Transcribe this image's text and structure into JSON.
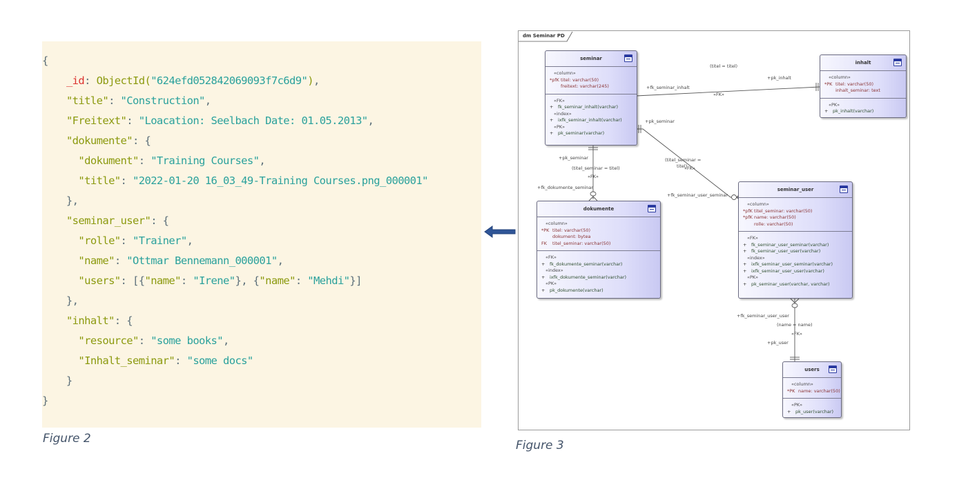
{
  "figure2": {
    "caption": "Figure 2",
    "code_lines": [
      [
        {
          "t": "p",
          "v": "{"
        }
      ],
      [
        {
          "t": "p",
          "v": "    "
        },
        {
          "t": "idk",
          "v": "_id"
        },
        {
          "t": "p",
          "v": ": "
        },
        {
          "t": "fn",
          "v": "ObjectId("
        },
        {
          "t": "s",
          "v": "\"624efd052842069093f7c6d9\""
        },
        {
          "t": "fn",
          "v": ")"
        },
        {
          "t": "p",
          "v": ","
        }
      ],
      [
        {
          "t": "p",
          "v": "    "
        },
        {
          "t": "k",
          "v": "\"title\""
        },
        {
          "t": "p",
          "v": ": "
        },
        {
          "t": "s",
          "v": "\"Construction\""
        },
        {
          "t": "p",
          "v": ","
        }
      ],
      [
        {
          "t": "p",
          "v": "    "
        },
        {
          "t": "k",
          "v": "\"Freitext\""
        },
        {
          "t": "p",
          "v": ": "
        },
        {
          "t": "s",
          "v": "\"Loacation: Seelbach Date: 01.05.2013\""
        },
        {
          "t": "p",
          "v": ","
        }
      ],
      [
        {
          "t": "p",
          "v": "    "
        },
        {
          "t": "k",
          "v": "\"dokumente\""
        },
        {
          "t": "p",
          "v": ": {"
        }
      ],
      [
        {
          "t": "p",
          "v": "      "
        },
        {
          "t": "k",
          "v": "\"dokument\""
        },
        {
          "t": "p",
          "v": ": "
        },
        {
          "t": "s",
          "v": "\"Training Courses\""
        },
        {
          "t": "p",
          "v": ","
        }
      ],
      [
        {
          "t": "p",
          "v": "      "
        },
        {
          "t": "k",
          "v": "\"title\""
        },
        {
          "t": "p",
          "v": ": "
        },
        {
          "t": "s",
          "v": "\"2022-01-20 16_03_49-Training Courses.png_000001\""
        }
      ],
      [
        {
          "t": "p",
          "v": "    },"
        }
      ],
      [
        {
          "t": "p",
          "v": "    "
        },
        {
          "t": "k",
          "v": "\"seminar_user\""
        },
        {
          "t": "p",
          "v": ": {"
        }
      ],
      [
        {
          "t": "p",
          "v": "      "
        },
        {
          "t": "k",
          "v": "\"rolle\""
        },
        {
          "t": "p",
          "v": ": "
        },
        {
          "t": "s",
          "v": "\"Trainer\""
        },
        {
          "t": "p",
          "v": ","
        }
      ],
      [
        {
          "t": "p",
          "v": "      "
        },
        {
          "t": "k",
          "v": "\"name\""
        },
        {
          "t": "p",
          "v": ": "
        },
        {
          "t": "s",
          "v": "\"Ottmar Bennemann_000001\""
        },
        {
          "t": "p",
          "v": ","
        }
      ],
      [
        {
          "t": "p",
          "v": "      "
        },
        {
          "t": "k",
          "v": "\"users\""
        },
        {
          "t": "p",
          "v": ": [{"
        },
        {
          "t": "k",
          "v": "\"name\""
        },
        {
          "t": "p",
          "v": ": "
        },
        {
          "t": "s",
          "v": "\"Irene\""
        },
        {
          "t": "p",
          "v": "}, {"
        },
        {
          "t": "k",
          "v": "\"name\""
        },
        {
          "t": "p",
          "v": ": "
        },
        {
          "t": "s",
          "v": "\"Mehdi\""
        },
        {
          "t": "p",
          "v": "}]"
        }
      ],
      [
        {
          "t": "p",
          "v": "    },"
        }
      ],
      [
        {
          "t": "p",
          "v": "    "
        },
        {
          "t": "k",
          "v": "\"inhalt\""
        },
        {
          "t": "p",
          "v": ": {"
        }
      ],
      [
        {
          "t": "p",
          "v": "      "
        },
        {
          "t": "k",
          "v": "\"resource\""
        },
        {
          "t": "p",
          "v": ": "
        },
        {
          "t": "s",
          "v": "\"some books\""
        },
        {
          "t": "p",
          "v": ","
        }
      ],
      [
        {
          "t": "p",
          "v": "      "
        },
        {
          "t": "k",
          "v": "\"Inhalt_seminar\""
        },
        {
          "t": "p",
          "v": ": "
        },
        {
          "t": "s",
          "v": "\"some docs\""
        }
      ],
      [
        {
          "t": "p",
          "v": "    }"
        }
      ],
      [
        {
          "t": "p",
          "v": "}"
        }
      ]
    ]
  },
  "arrow": {
    "direction": "left",
    "color": "#2f5597"
  },
  "figure3": {
    "caption": "Figure 3",
    "frame_label": "dm Seminar  PD",
    "entities": {
      "seminar": {
        "name": "seminar",
        "columns_stereotype": "«column»",
        "columns": [
          {
            "flag": "*pfK",
            "text": "titel: varchar(50)"
          },
          {
            "flag": "",
            "text": "freitext: varchar(245)"
          }
        ],
        "ops": [
          {
            "stereotype": "«FK»",
            "items": [
              "fk_seminar_inhalt(varchar)"
            ]
          },
          {
            "stereotype": "«index»",
            "items": [
              "ixfk_seminar_inhalt(varchar)"
            ]
          },
          {
            "stereotype": "«PK»",
            "items": [
              "pk_seminar(varchar)"
            ]
          }
        ]
      },
      "inhalt": {
        "name": "inhalt",
        "columns_stereotype": "«column»",
        "columns": [
          {
            "flag": "*PK",
            "text": "titel: varchar(50)"
          },
          {
            "flag": "",
            "text": "inhalt_seminar: text"
          }
        ],
        "ops": [
          {
            "stereotype": "«PK»",
            "items": [
              "pk_inhalt(varchar)"
            ]
          }
        ]
      },
      "dokumente": {
        "name": "dokumente",
        "columns_stereotype": "«column»",
        "columns": [
          {
            "flag": "*PK",
            "text": "titel: varchar(50)"
          },
          {
            "flag": "",
            "text": "dokument: bytea"
          },
          {
            "flag": "FK",
            "text": "titel_seminar: varchar(50)"
          }
        ],
        "ops": [
          {
            "stereotype": "«FK»",
            "items": [
              "fk_dokumente_seminar(varchar)"
            ]
          },
          {
            "stereotype": "«index»",
            "items": [
              "ixfk_dokumente_seminar(varchar)"
            ]
          },
          {
            "stereotype": "«PK»",
            "items": [
              "pk_dokumente(varchar)"
            ]
          }
        ]
      },
      "seminar_user": {
        "name": "seminar_user",
        "columns_stereotype": "«column»",
        "columns": [
          {
            "flag": "*pfK",
            "text": "titel_seminar: varchar(50)"
          },
          {
            "flag": "*pfK",
            "text": "name: varchar(50)"
          },
          {
            "flag": "",
            "text": "rolle: varchar(50)"
          }
        ],
        "ops": [
          {
            "stereotype": "«FK»",
            "items": [
              "fk_seminar_user_seminar(varchar)",
              "fk_seminar_user_user(varchar)"
            ]
          },
          {
            "stereotype": "«index»",
            "items": [
              "ixfk_seminar_user_seminar(varchar)",
              "ixfk_seminar_user_user(varchar)"
            ]
          },
          {
            "stereotype": "«PK»",
            "items": [
              "pk_seminar_user(varchar, varchar)"
            ]
          }
        ]
      },
      "users": {
        "name": "users",
        "columns_stereotype": "«column»",
        "columns": [
          {
            "flag": "*PK",
            "text": "name: varchar(50)"
          }
        ],
        "ops": [
          {
            "stereotype": "«PK»",
            "items": [
              "pk_user(varchar)"
            ]
          }
        ]
      }
    },
    "relations": {
      "seminar_inhalt": {
        "source_role": "+fk_seminar_inhalt",
        "target_role": "+pk_inhalt",
        "condition": "(titel = titel)",
        "stereotype": "«FK»"
      },
      "seminar_dokumente": {
        "source_role": "+pk_seminar",
        "target_role": "+fk_dokumente_seminar",
        "condition": "(titel_seminar = titel)",
        "stereotype": "«FK»"
      },
      "seminar_seminar_user": {
        "source_role": "+pk_seminar",
        "target_role": "+fk_seminar_user_seminar",
        "condition_line1": "(titel_seminar =",
        "condition_line2": "titel)",
        "stereotype": "«FK»"
      },
      "seminar_user_users": {
        "source_role": "+fk_seminar_user_user",
        "target_role": "+pk_user",
        "condition": "(name = name)",
        "stereotype": "«FK»"
      }
    }
  }
}
